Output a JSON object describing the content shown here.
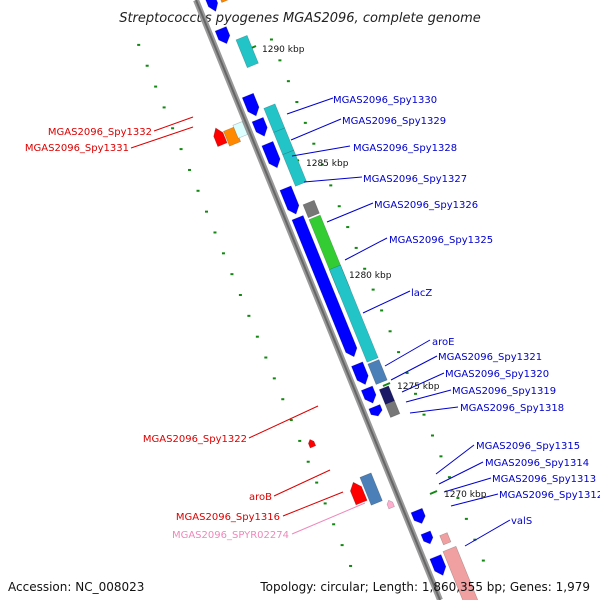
{
  "title": "Streptococcus pyogenes MGAS2096, complete genome",
  "accession": "Accession: NC_008023",
  "topology": "Topology: circular; Length: 1,860,355 bp; Genes: 1,979",
  "colors": {
    "forward": "#0000ff",
    "reverse": "#ff0000",
    "cyan": "#22c4c8",
    "green": "#33cc33",
    "steel": "#4a7fb8",
    "navy": "#1a1a66",
    "gray": "#777777",
    "orange": "#ff8800",
    "pink": "#f0a0a0",
    "pinklabel": "#ee88bb",
    "backbone": "#888888",
    "tick": "#118811"
  },
  "kbp_labels": [
    {
      "text": "1290 kbp"
    },
    {
      "text": "1285 kbp"
    },
    {
      "text": "1280 kbp"
    },
    {
      "text": "1275 kbp"
    },
    {
      "text": "1270 kbp"
    }
  ],
  "gene_labels_right": [
    {
      "text": "MGAS2096_Spy1330",
      "color": "#0000cc"
    },
    {
      "text": "MGAS2096_Spy1329",
      "color": "#0000cc"
    },
    {
      "text": "MGAS2096_Spy1328",
      "color": "#0000cc"
    },
    {
      "text": "MGAS2096_Spy1327",
      "color": "#0000cc"
    },
    {
      "text": "MGAS2096_Spy1326",
      "color": "#0000cc"
    },
    {
      "text": "MGAS2096_Spy1325",
      "color": "#0000cc"
    },
    {
      "text": "lacZ",
      "color": "#0000cc"
    },
    {
      "text": "aroE",
      "color": "#0000cc"
    },
    {
      "text": "MGAS2096_Spy1321",
      "color": "#0000cc"
    },
    {
      "text": "MGAS2096_Spy1320",
      "color": "#0000cc"
    },
    {
      "text": "MGAS2096_Spy1319",
      "color": "#0000cc"
    },
    {
      "text": "MGAS2096_Spy1318",
      "color": "#0000cc"
    },
    {
      "text": "MGAS2096_Spy1315",
      "color": "#0000cc"
    },
    {
      "text": "MGAS2096_Spy1314",
      "color": "#0000cc"
    },
    {
      "text": "MGAS2096_Spy1313",
      "color": "#0000cc"
    },
    {
      "text": "MGAS2096_Spy1312",
      "color": "#0000cc"
    },
    {
      "text": "valS",
      "color": "#0000cc"
    }
  ],
  "gene_labels_left": [
    {
      "text": "MGAS2096_Spy1332",
      "color": "#dd0000"
    },
    {
      "text": "MGAS2096_Spy1331",
      "color": "#dd0000"
    },
    {
      "text": "MGAS2096_Spy1322",
      "color": "#dd0000"
    },
    {
      "text": "aroB",
      "color": "#dd0000"
    },
    {
      "text": "MGAS2096_Spy1316",
      "color": "#dd0000"
    },
    {
      "text": "MGAS2096_SPYR02274",
      "color": "#ee88bb"
    }
  ]
}
